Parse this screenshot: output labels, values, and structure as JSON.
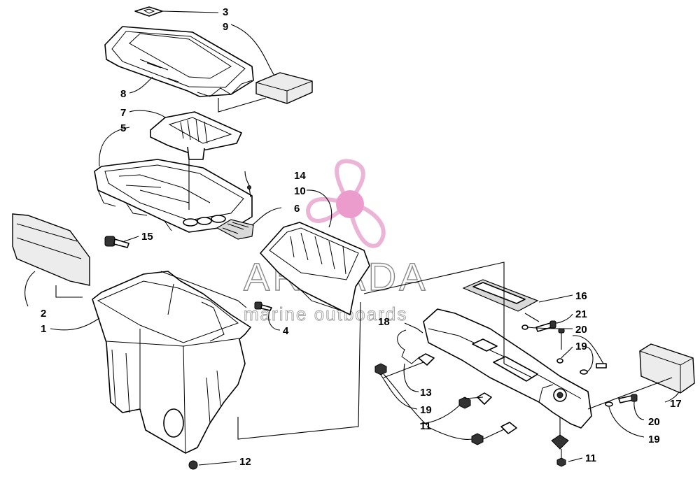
{
  "watermark": {
    "brand": "ARMADA",
    "tagline": "marine outboards",
    "logo_color": "#e8a8d0",
    "logo_center_color": "#e88bc4",
    "text_color": "#8a8a8a"
  },
  "callouts": {
    "c3": "3",
    "c9": "9",
    "c8": "8",
    "c7": "7",
    "c5": "5",
    "c14": "14",
    "c10": "10",
    "c6": "6",
    "c15": "15",
    "c2": "2",
    "c1": "1",
    "c4": "4",
    "c12": "12",
    "c16": "16",
    "c21": "21",
    "c18": "18",
    "c20a": "20",
    "c19a": "19",
    "c13": "13",
    "c19b": "19",
    "c11a": "11",
    "c17": "17",
    "c20b": "20",
    "c19c": "19",
    "c11b": "11"
  }
}
